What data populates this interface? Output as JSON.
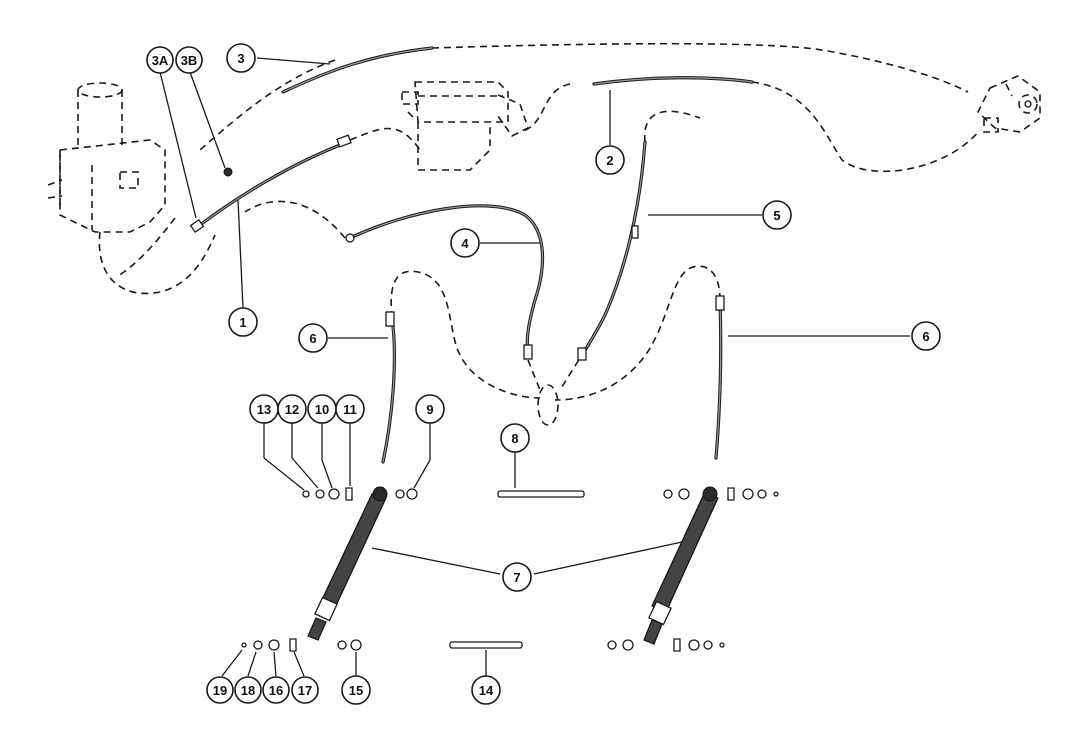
{
  "callouts": {
    "c1": "1",
    "c2": "2",
    "c3": "3",
    "c3a": "3A",
    "c3b": "3B",
    "c4": "4",
    "c5": "5",
    "c6a": "6",
    "c6b": "6",
    "c7": "7",
    "c8": "8",
    "c9": "9",
    "c10": "10",
    "c11": "11",
    "c12": "12",
    "c13": "13",
    "c14": "14",
    "c15": "15",
    "c16": "16",
    "c17": "17",
    "c18": "18",
    "c19": "19"
  }
}
